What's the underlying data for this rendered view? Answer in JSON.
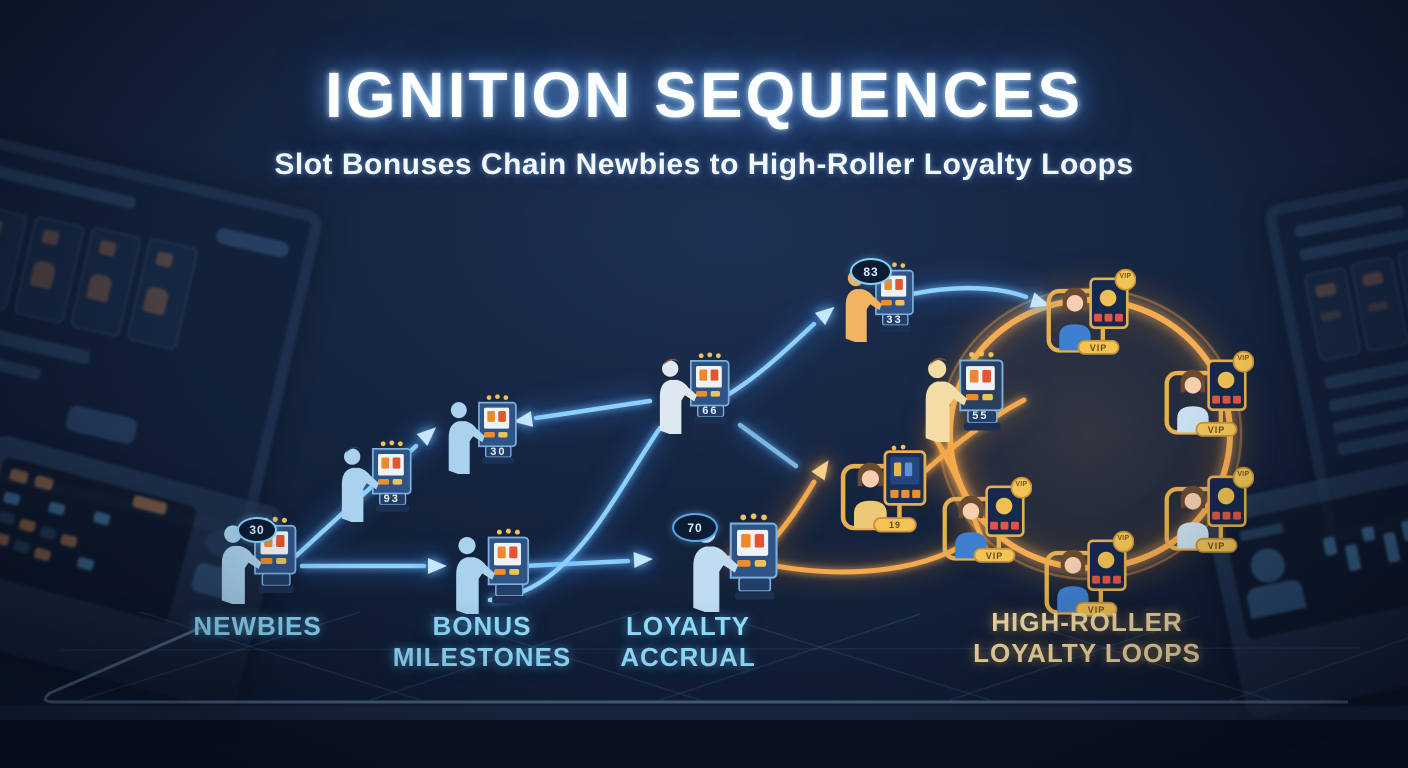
{
  "header": {
    "title": "IGNITION SEQUENCES",
    "subtitle": "Slot Bonuses Chain Newbies to High-Roller Loyalty Loops"
  },
  "stages": {
    "newbies": {
      "label": "NEWBIES"
    },
    "bonus": {
      "label": "BONUS MILESTONES"
    },
    "loyalty": {
      "label": "LOYALTY ACCRUAL"
    },
    "highroller": {
      "label": "HIGH-ROLLER LOYALTY LOOPS"
    }
  },
  "badges": {
    "newbie_bubble": "30",
    "bonus_back_base": "93",
    "bonus_front_base": "30",
    "accrual_base": "66",
    "accrual_bubble": "70",
    "peak_bubble": "83",
    "peak_base": "33",
    "loop_machine_base": "55",
    "loop_entry_pill": "19",
    "vip": "VIP"
  },
  "colors": {
    "background": "#14233f",
    "arrow_blue": "#8ed0ff",
    "arrow_gold": "#f4a94e",
    "label_blue": "#8fd9f9",
    "label_gold": "#f3d9a2",
    "title": "#fdfeff"
  }
}
